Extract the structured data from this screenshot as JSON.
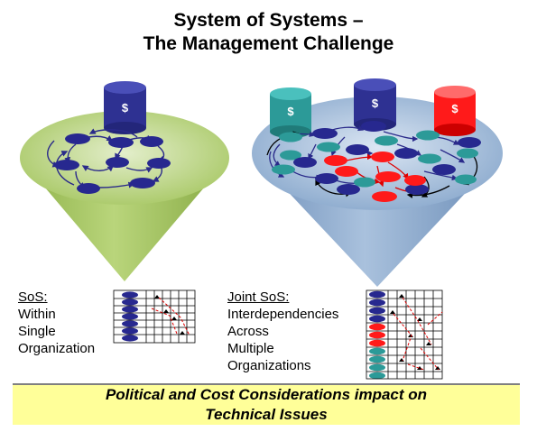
{
  "title": {
    "line1": "System of Systems –",
    "line2": "The Management Challenge"
  },
  "left": {
    "heading": "SoS:",
    "lines": [
      "Within",
      "Single",
      "Organization"
    ],
    "cylinder_symbol": "$"
  },
  "right": {
    "heading": "Joint SoS:",
    "lines": [
      "Interdependencies",
      "Across",
      "Multiple",
      "Organizations"
    ],
    "cylinder_symbols": [
      "$",
      "$",
      "$"
    ]
  },
  "footer": {
    "line1": "Political and Cost Considerations impact on",
    "line2": "Technical Issues"
  },
  "colors": {
    "left_cone": "#a9c964",
    "right_cone": "#8eaed0",
    "blue_node": "#27288f",
    "teal_node": "#2c9a98",
    "red_node": "#ff1a1a",
    "footer_bg": "#ffff99"
  }
}
